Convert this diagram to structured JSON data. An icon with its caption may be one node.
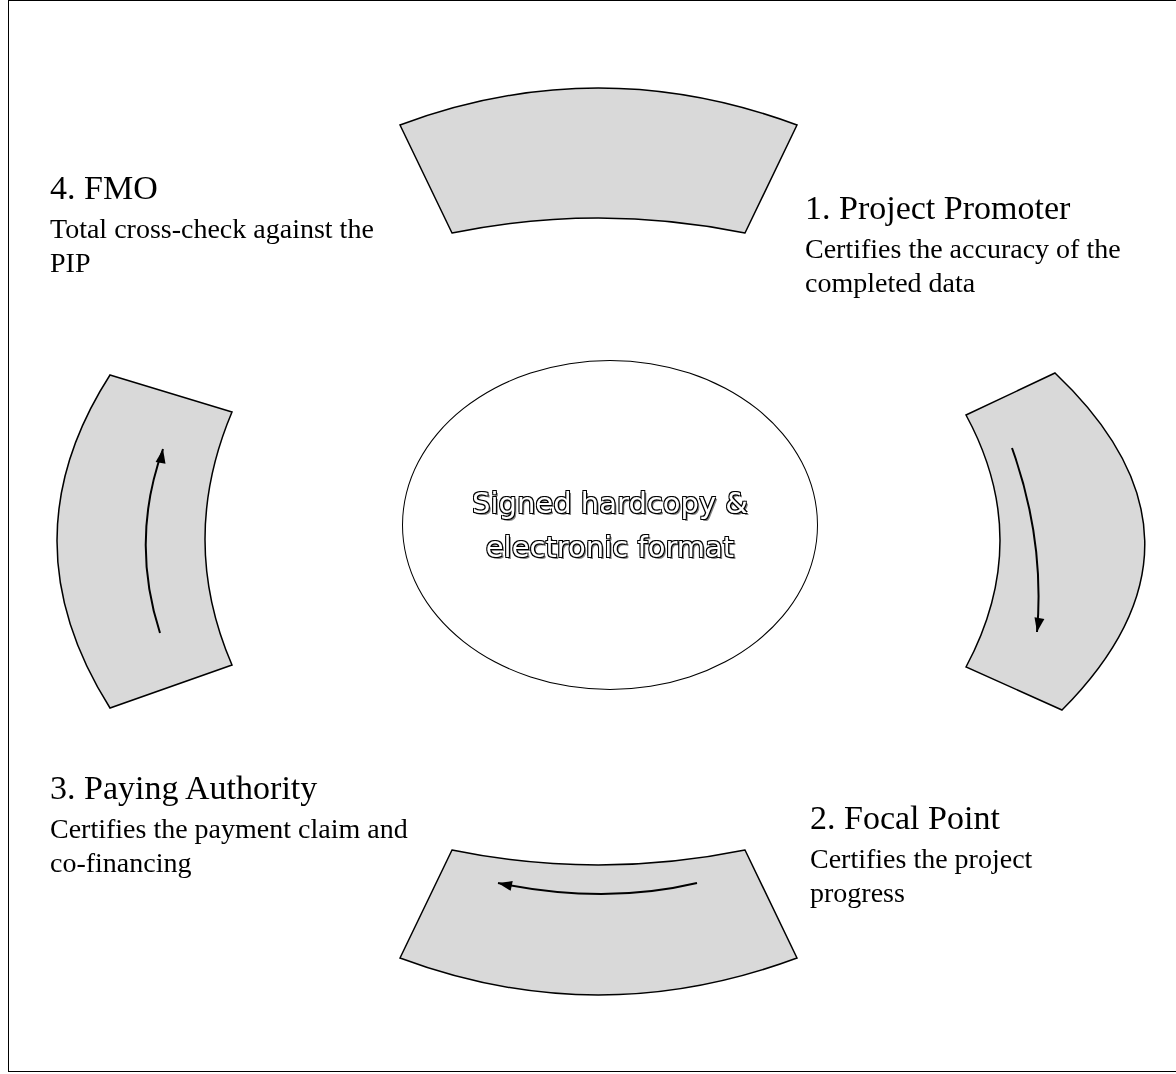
{
  "diagram": {
    "nodes": [
      {
        "text": [
          "4. FMO",
          "Total cross-check against the PIP"
        ]
      },
      {
        "text": [],
        "shape": "band"
      },
      {
        "text": [
          "1. Project Promoter",
          "Certifies the accuracy of the completed data"
        ]
      },
      {
        "text": [],
        "shape": "band"
      },
      {
        "text": [
          "Signed hardcopy & electronic format"
        ]
      },
      {
        "text": [],
        "shape": "band"
      },
      {
        "text": [
          "3. Paying Authority",
          "Certifies the payment claim and co-financing"
        ]
      },
      {
        "text": [
          "2. Focal Point",
          "Certifies the project progress"
        ]
      },
      {
        "text": [],
        "shape": "band"
      }
    ]
  }
}
